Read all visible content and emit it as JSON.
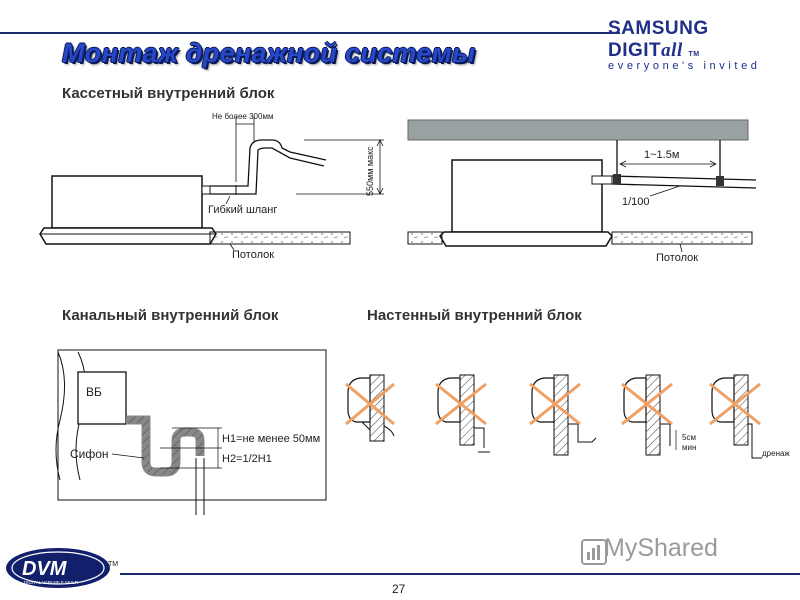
{
  "title": "Монтаж дренажной системы",
  "brand": {
    "name_main": "SAMSUNG DIGIT",
    "name_suffix": "all",
    "trademark": "TM",
    "tagline": "everyone's invited"
  },
  "sections": {
    "cassette": {
      "label": "Кассетный внутренний блок",
      "left": {
        "max_distance": "Не более 300мм",
        "flex_hose": "Гибкий шланг",
        "ceiling": "Потолок",
        "max_height": "550мм макс"
      },
      "right": {
        "support_spacing": "1~1.5м",
        "slope": "1/100",
        "ceiling": "Потолок"
      }
    },
    "duct": {
      "label": "Канальный внутренний блок",
      "unit": "ВБ",
      "trap": "Сифон",
      "h1": "H1=не менее 50мм",
      "h2": "H2=1/2H1"
    },
    "wall": {
      "label": "Настенный внутренний блок",
      "min_gap": "5см",
      "min_gap_sub": "мин",
      "drain": "дренаж"
    }
  },
  "footer": {
    "logo_text": "DVM",
    "logo_sub": "DIGITAL VARIABLE MULTI",
    "logo_tm": "TM",
    "page_number": "27",
    "watermark": "MyShared"
  },
  "colors": {
    "title_fill": "#2749c9",
    "title_outline": "#0c1b5a",
    "rule": "#1b2a6b",
    "cross": "#f0a062"
  }
}
